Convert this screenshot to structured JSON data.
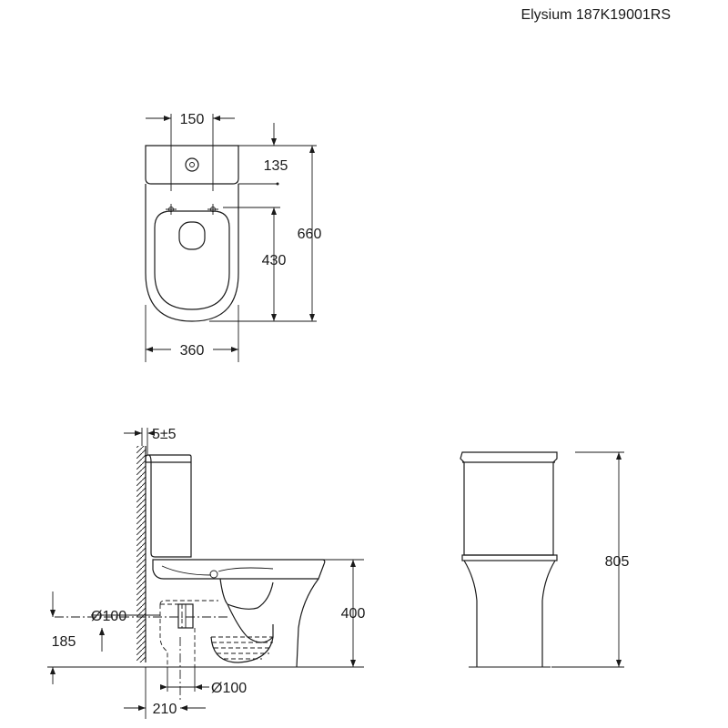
{
  "title": "Elysium 187K19001RS",
  "top_view": {
    "dims": {
      "tank_fixing_spacing": "150",
      "outlet_to_wall": "135",
      "overall_depth": "660",
      "seat_fixing_to_front": "430",
      "width": "360"
    }
  },
  "side_view": {
    "dims": {
      "wall_gap": "5±5",
      "inlet_diameter": "Ø100",
      "inlet_height": "185",
      "rim_height": "400",
      "outlet_diameter": "Ø100",
      "outlet_to_wall": "210"
    }
  },
  "front_view": {
    "dims": {
      "overall_height": "805"
    }
  }
}
